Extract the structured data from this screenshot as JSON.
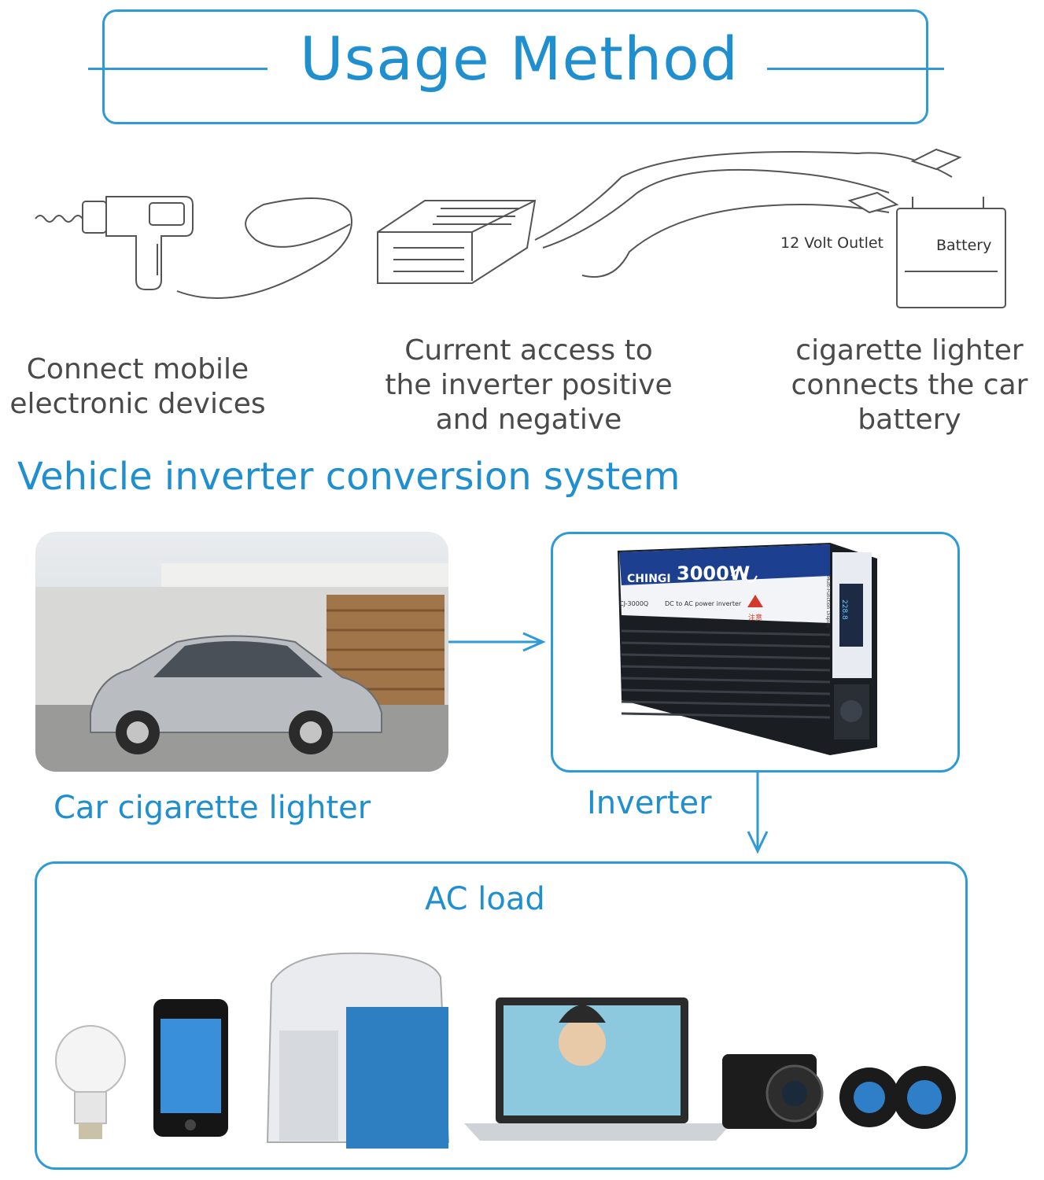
{
  "header": {
    "title": "Usage Method"
  },
  "usage_steps": [
    {
      "caption_lines": [
        "Connect mobile",
        "electronic devices"
      ]
    },
    {
      "caption_lines": [
        "Current access to",
        "the inverter positive",
        "and negative"
      ]
    },
    {
      "caption_lines": [
        "cigarette lighter",
        "connects the car",
        "battery"
      ]
    }
  ],
  "sketch_labels": {
    "outlet": "12 Volt Outlet",
    "battery": "Battery"
  },
  "system": {
    "title": "Vehicle inverter conversion system",
    "car_label": "Car cigarette lighter",
    "inverter_label": "Inverter",
    "load_label": "AC load"
  },
  "inverter_device": {
    "brand": "CHINGI",
    "power": "3000W",
    "model": "CJ-3000Q",
    "subtitle": "DC to AC power inverter",
    "display_value": "228.8",
    "panel_label": "Multi-Function Display",
    "warning_label": "注意"
  },
  "colors": {
    "accent": "#1f8fd0",
    "border": "#2e9bd6",
    "text": "#4a4a4a"
  }
}
